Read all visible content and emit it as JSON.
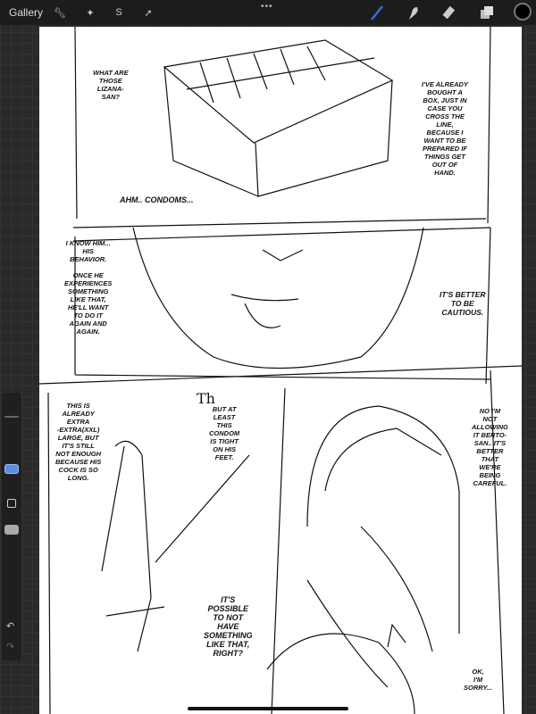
{
  "toolbar": {
    "gallery_label": "Gallery",
    "more": "•••",
    "color": "#000000",
    "brush_color": "#2f6fdc"
  },
  "comic": {
    "bubbles": [
      "WHAT ARE\nTHOSE\nLIZANA-\nSAN?",
      "I'VE ALREADY\nBOUGHT A\nBOX, JUST IN\nCASE YOU\nCROSS THE\nLINE,\nBECAUSE I\nWANT TO BE\nPREPARED IF\nTHINGS GET\nOUT OF\nHAND.",
      "AHM.. CONDOMS...",
      "I KNOW HIM...\nHIS\nBEHAVIOR.\n\nONCE HE\nEXPERIENCES\nSOMETHING\nLIKE THAT,\nHE'LL WANT\nTO DO IT\nAGAIN AND\nAGAIN.",
      "IT'S BETTER\nTO BE\nCAUTIOUS.",
      "THIS IS\nALREADY\nEXTRA\n-EXTRA(XXL)\nLARGE, BUT\nIT'S STILL\nNOT ENOUGH\nBECAUSE HIS\nCOCK IS SO\nLONG.",
      "BUT AT\nLEAST\nTHIS\nCONDOM\nIS TIGHT\nON HIS\nFEET.",
      "NO I'M\nNOT\nALLOWING\nIT BERTO-\nSAN.. IT'S\nBETTER\nTHAT\nWE'RE\nBEING\nCAREFUL.",
      "IT'S\nPOSSIBLE\nTO NOT\nHAVE\nSOMETHING\nLIKE THAT,\nRIGHT?",
      "OK,\nI'M\nSORRY..."
    ],
    "sfx": "Th"
  }
}
